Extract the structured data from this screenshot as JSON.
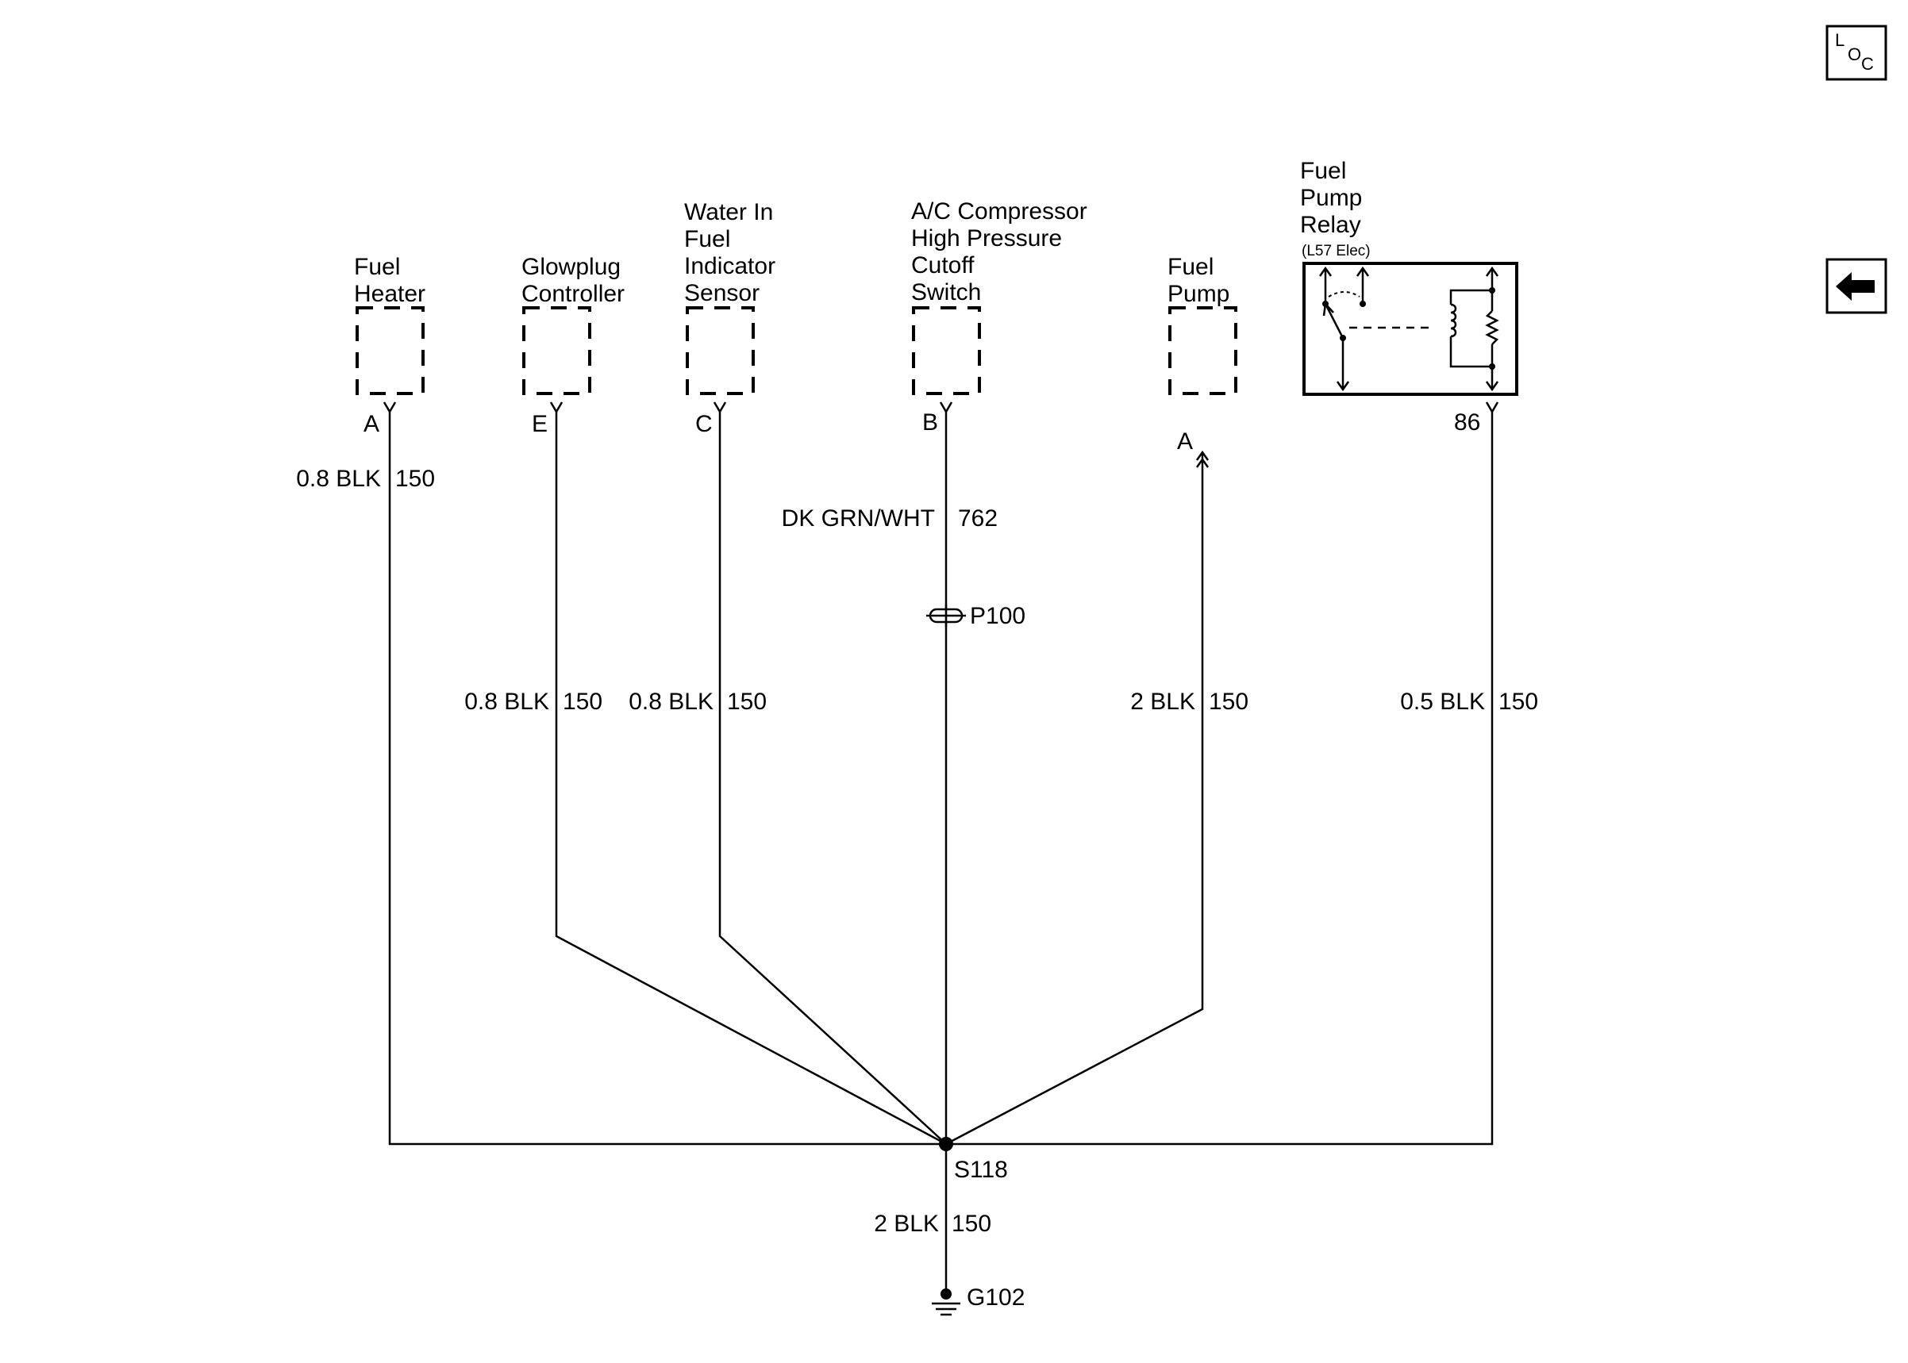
{
  "nav": {
    "loc_letters": [
      "L",
      "O",
      "C"
    ],
    "back_icon": "arrow-left-icon"
  },
  "components": {
    "fuel_heater": {
      "lines": [
        "Fuel",
        "Heater"
      ],
      "pin": "A",
      "wire": {
        "gauge_color": "0.8 BLK",
        "circuit": "150"
      }
    },
    "glowplug_controller": {
      "lines": [
        "Glowplug",
        "Controller"
      ],
      "pin": "E",
      "wire": {
        "gauge_color": "0.8 BLK",
        "circuit": "150"
      }
    },
    "water_in_fuel_sensor": {
      "lines": [
        "Water In",
        "Fuel",
        "Indicator",
        "Sensor"
      ],
      "pin": "C",
      "wire": {
        "gauge_color": "0.8 BLK",
        "circuit": "150"
      }
    },
    "ac_compressor_switch": {
      "lines": [
        "A/C Compressor",
        "High Pressure",
        "Cutoff",
        "Switch"
      ],
      "pin": "B",
      "wire": {
        "gauge_color": "DK GRN/WHT",
        "circuit": "762"
      }
    },
    "fuel_pump": {
      "lines": [
        "Fuel",
        "Pump"
      ],
      "pin": "A",
      "wire": {
        "gauge_color": "2 BLK",
        "circuit": "150"
      }
    },
    "fuel_pump_relay": {
      "lines": [
        "Fuel",
        "Pump",
        "Relay"
      ],
      "note": "(L57 Elec)",
      "pin": "86",
      "wire": {
        "gauge_color": "0.5 BLK",
        "circuit": "150"
      }
    }
  },
  "connector": {
    "label": "P100"
  },
  "splice": {
    "label": "S118"
  },
  "ground_wire": {
    "gauge_color": "2 BLK",
    "circuit": "150"
  },
  "ground": {
    "label": "G102"
  }
}
